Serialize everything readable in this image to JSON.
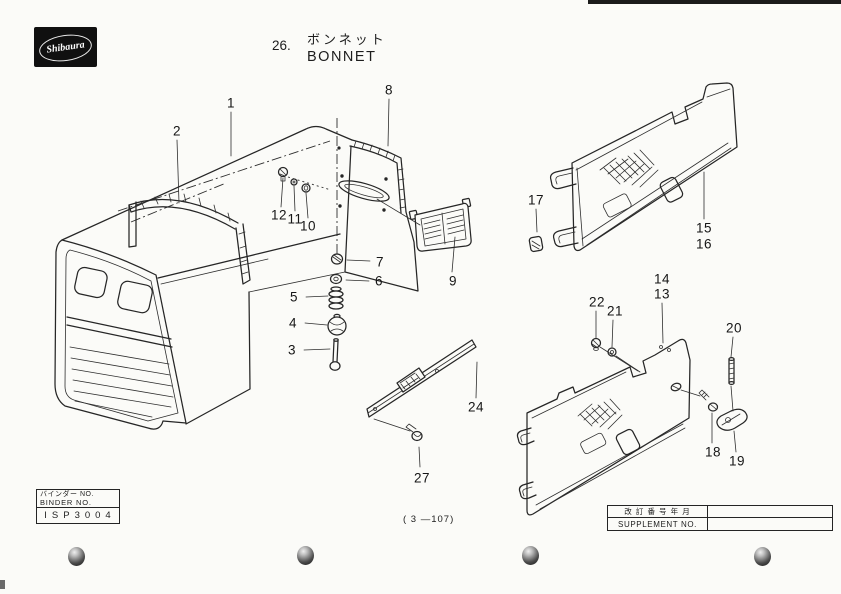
{
  "header": {
    "logo_text": "Shibaura",
    "section_number": "26.",
    "title_ja": "ボンネット",
    "title_en": "BONNET"
  },
  "footer": {
    "binder": {
      "label_ja": "バインダー NO.",
      "label_en": "BINDER NO.",
      "value": "ISP3004"
    },
    "page_number": "( 3 —107)",
    "supplement": {
      "label_ja": "改 訂 番 号 年 月",
      "label_en": "SUPPLEMENT NO."
    }
  },
  "part_numbers": [
    "1",
    "2",
    "8",
    "12",
    "11",
    "10",
    "7",
    "6",
    "5",
    "4",
    "3",
    "9",
    "24",
    "27",
    "17",
    "15",
    "16",
    "14",
    "13",
    "22",
    "21",
    "20",
    "18",
    "19"
  ]
}
